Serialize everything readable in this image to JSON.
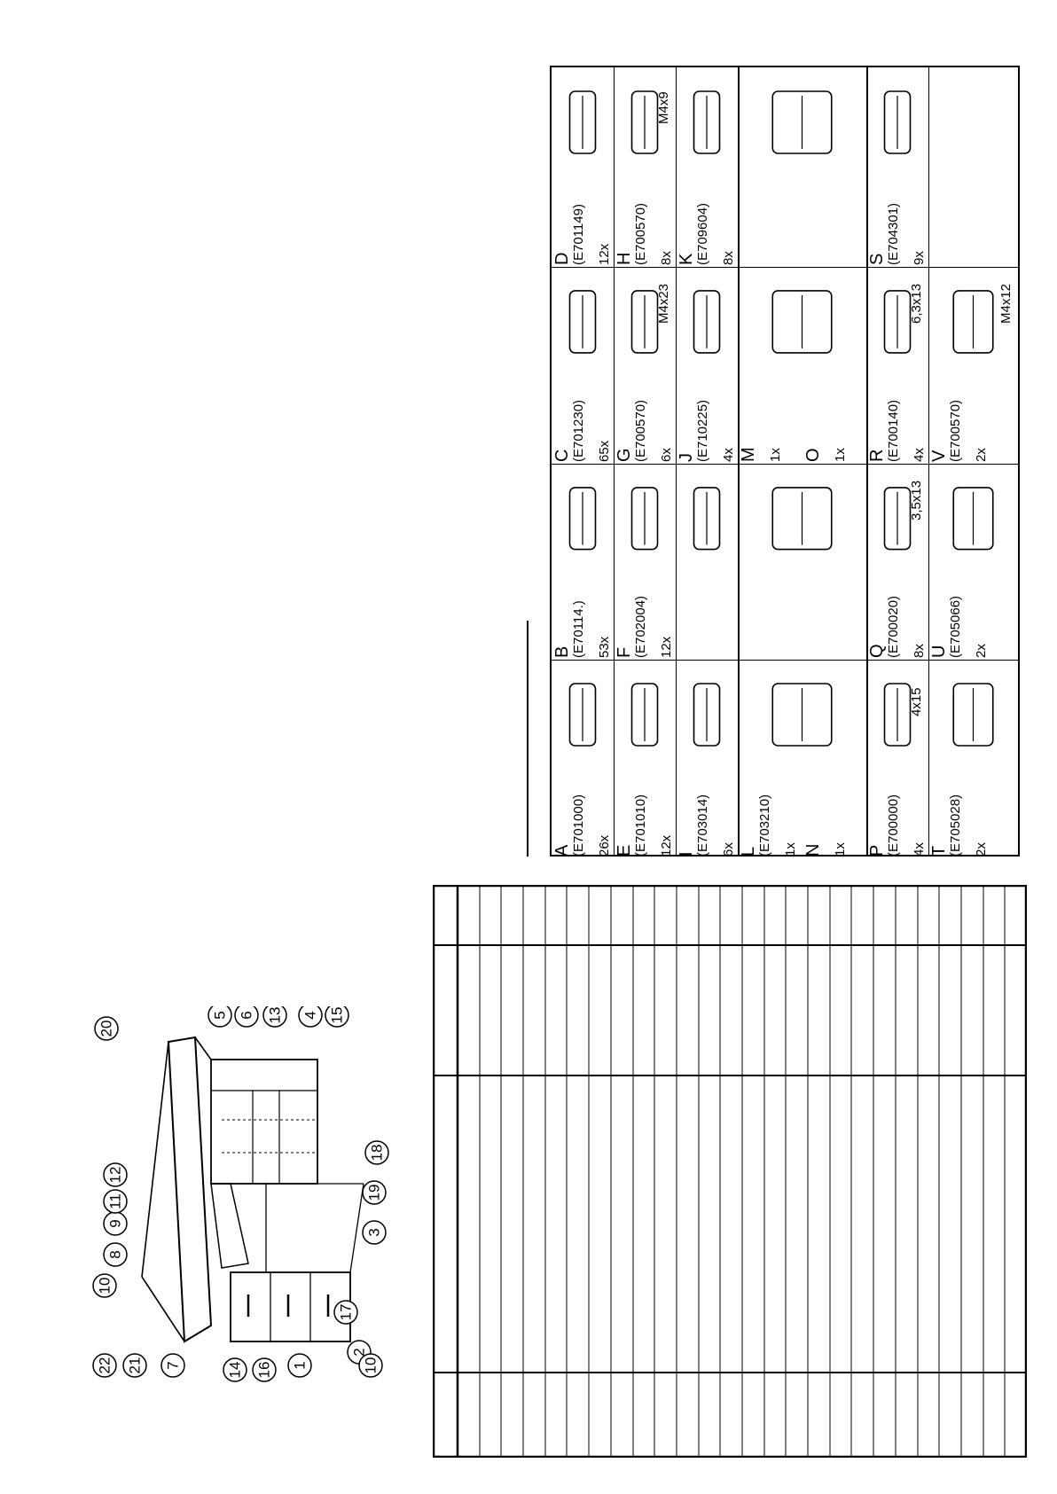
{
  "callouts": [
    "1",
    "2",
    "3",
    "4",
    "5",
    "6",
    "7",
    "8",
    "9",
    "10",
    "10",
    "11",
    "12",
    "13",
    "14",
    "15",
    "16",
    "17",
    "18",
    "19",
    "20",
    "21",
    "22"
  ],
  "hardware": [
    {
      "letter": "A",
      "code": "(E701000)",
      "qty": "26x",
      "size": ""
    },
    {
      "letter": "B",
      "code": "(E70114.)",
      "qty": "53x",
      "size": ""
    },
    {
      "letter": "C",
      "code": "(E701230)",
      "qty": "65x",
      "size": ""
    },
    {
      "letter": "D",
      "code": "(E701149)",
      "qty": "12x",
      "size": ""
    },
    {
      "letter": "E",
      "code": "(E701010)",
      "qty": "12x",
      "size": ""
    },
    {
      "letter": "F",
      "code": "(E702004)",
      "qty": "12x",
      "size": ""
    },
    {
      "letter": "G",
      "code": "(E700570)",
      "qty": "6x",
      "size": "M4x23"
    },
    {
      "letter": "H",
      "code": "(E700570)",
      "qty": "8x",
      "size": "M4x9"
    },
    {
      "letter": "I",
      "code": "(E703014)",
      "qty": "6x",
      "size": ""
    },
    {
      "letter": "J",
      "code": "(E710225)",
      "qty": "4x",
      "size": ""
    },
    {
      "letter": "K",
      "code": "(E709604)",
      "qty": "8x",
      "size": ""
    },
    {
      "letter": "L",
      "code": "(E703210)",
      "qty": "1x",
      "size": ""
    },
    {
      "letter": "N",
      "code": "",
      "qty": "1x",
      "size": ""
    },
    {
      "letter": "M",
      "code": "",
      "qty": "1x",
      "size": ""
    },
    {
      "letter": "O",
      "code": "",
      "qty": "1x",
      "size": ""
    },
    {
      "letter": "P",
      "code": "(E700000)",
      "qty": "4x",
      "size": "4x15"
    },
    {
      "letter": "Q",
      "code": "(E700020)",
      "qty": "8x",
      "size": "3,5x13"
    },
    {
      "letter": "R",
      "code": "(E700140)",
      "qty": "4x",
      "size": "6,3x13"
    },
    {
      "letter": "S",
      "code": "(E704301)",
      "qty": "9x",
      "size": ""
    },
    {
      "letter": "T",
      "code": "(E705028)",
      "qty": "2x",
      "size": ""
    },
    {
      "letter": "U",
      "code": "(E705066)",
      "qty": "2x",
      "size": ""
    },
    {
      "letter": "V",
      "code": "(E700570)",
      "qty": "2x",
      "size": "M4x12"
    }
  ],
  "parts_table": {
    "rows": 27,
    "columns": 4
  }
}
